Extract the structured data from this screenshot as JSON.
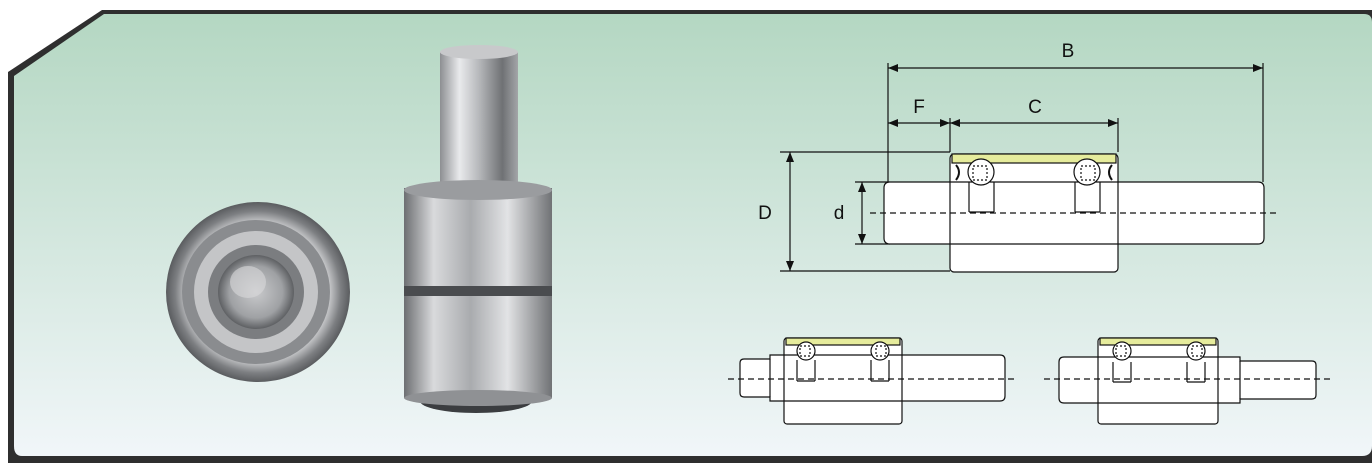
{
  "dimensions": {
    "B": "B",
    "F": "F",
    "C": "C",
    "D": "D",
    "d": "d"
  },
  "colors": {
    "panel_top": "#b6d8c4",
    "panel_bottom": "#eef5f8",
    "frame_shadow": "#3a3a3a",
    "seal_yellow": "#e6ec9c",
    "line": "#111111"
  }
}
